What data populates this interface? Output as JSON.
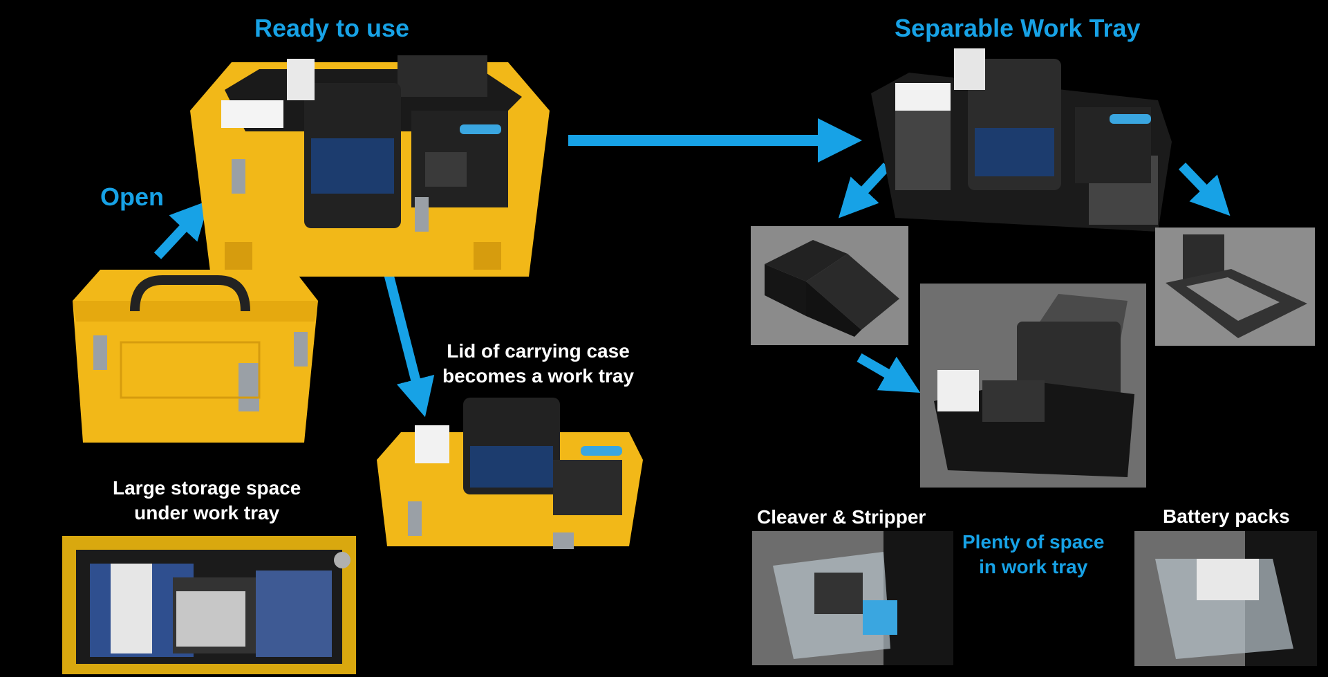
{
  "labels": {
    "ready_to_use": "Ready to use",
    "separable_work_tray": "Separable Work Tray",
    "open": "Open",
    "lid_line1": "Lid of carrying case",
    "lid_line2": "becomes a work tray",
    "storage_line1": "Large storage space",
    "storage_line2": "under work tray",
    "cleaver_stripper": "Cleaver & Stripper",
    "plenty_line1": "Plenty of space",
    "plenty_line2": "in work tray",
    "battery_packs": "Battery packs"
  },
  "colors": {
    "accent": "#17a2e6",
    "case_yellow": "#f2b818",
    "background": "#000000"
  }
}
